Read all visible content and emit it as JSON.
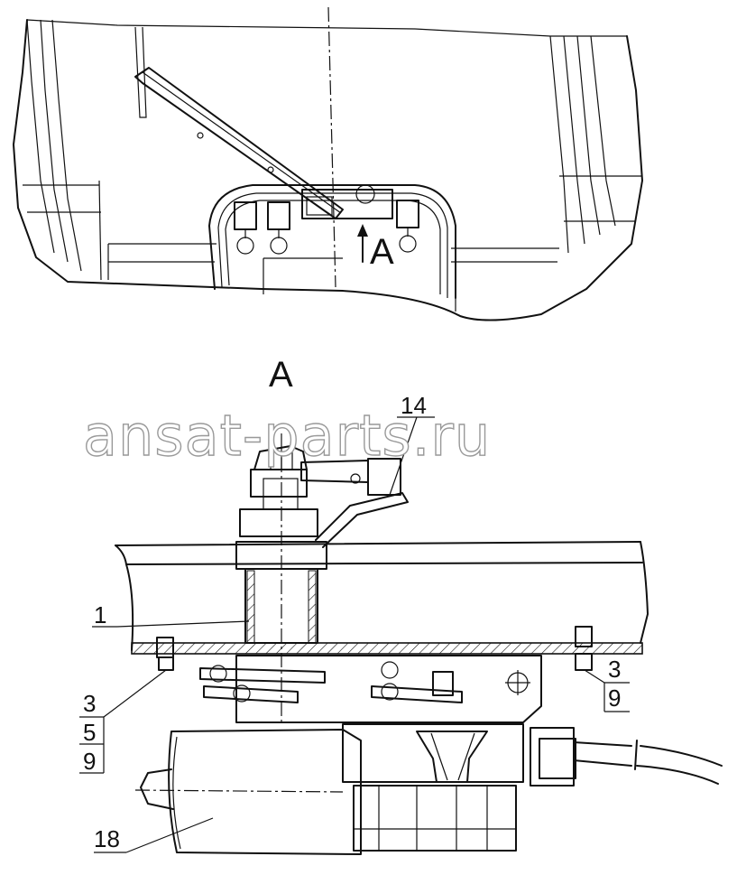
{
  "diagram": {
    "view_marker": "A",
    "view_title": "A",
    "watermark": "ansat-parts.ru",
    "callouts": {
      "c14": "14",
      "c1": "1",
      "c3_left": "3",
      "c5_left": "5",
      "c9_left": "9",
      "c3_right": "3",
      "c9_right": "9",
      "c18": "18"
    }
  }
}
